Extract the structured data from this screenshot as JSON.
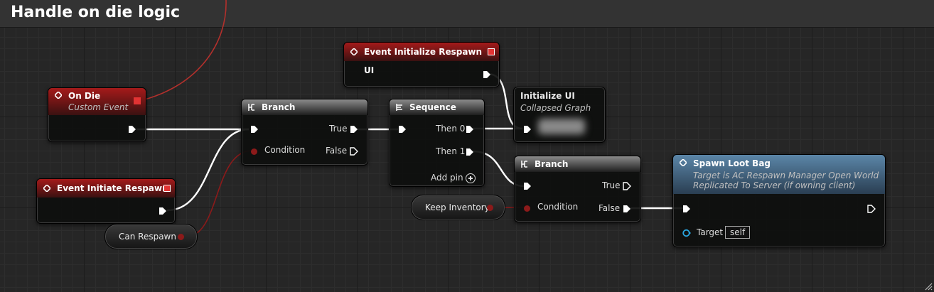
{
  "comment": {
    "title": "Handle on die logic"
  },
  "nodes": {
    "on_die": {
      "title": "On Die",
      "subtitle": "Custom Event"
    },
    "event_initiate_respawn": {
      "title": "Event Initiate Respawn"
    },
    "event_initialize_respawn_ui": {
      "title": "Event Initialize Respawn UI"
    },
    "branch1": {
      "title": "Branch",
      "condition": "Condition",
      "true": "True",
      "false": "False"
    },
    "sequence": {
      "title": "Sequence",
      "then0": "Then 0",
      "then1": "Then 1",
      "add_pin": "Add pin"
    },
    "initialize_ui": {
      "title": "Initialize UI",
      "subtitle": "Collapsed Graph"
    },
    "branch2": {
      "title": "Branch",
      "condition": "Condition",
      "true": "True",
      "false": "False"
    },
    "spawn_loot_bag": {
      "title": "Spawn Loot Bag",
      "subtitle_line1": "Target is AC Respawn Manager Open World",
      "subtitle_line2": "Replicated To Server (if owning client)",
      "target_label": "Target",
      "target_value": "self"
    },
    "can_respawn": {
      "label": "Can Respawn"
    },
    "keep_inventory": {
      "label": "Keep Inventory"
    }
  },
  "colors": {
    "event_header": "#a51a1a",
    "flow_header": "#8c8c8c",
    "function_header": "#5b86a8",
    "bool_pin": "#8c1a1a",
    "exec_wire": "#ffffff",
    "bool_wire": "#8c1a1a"
  }
}
